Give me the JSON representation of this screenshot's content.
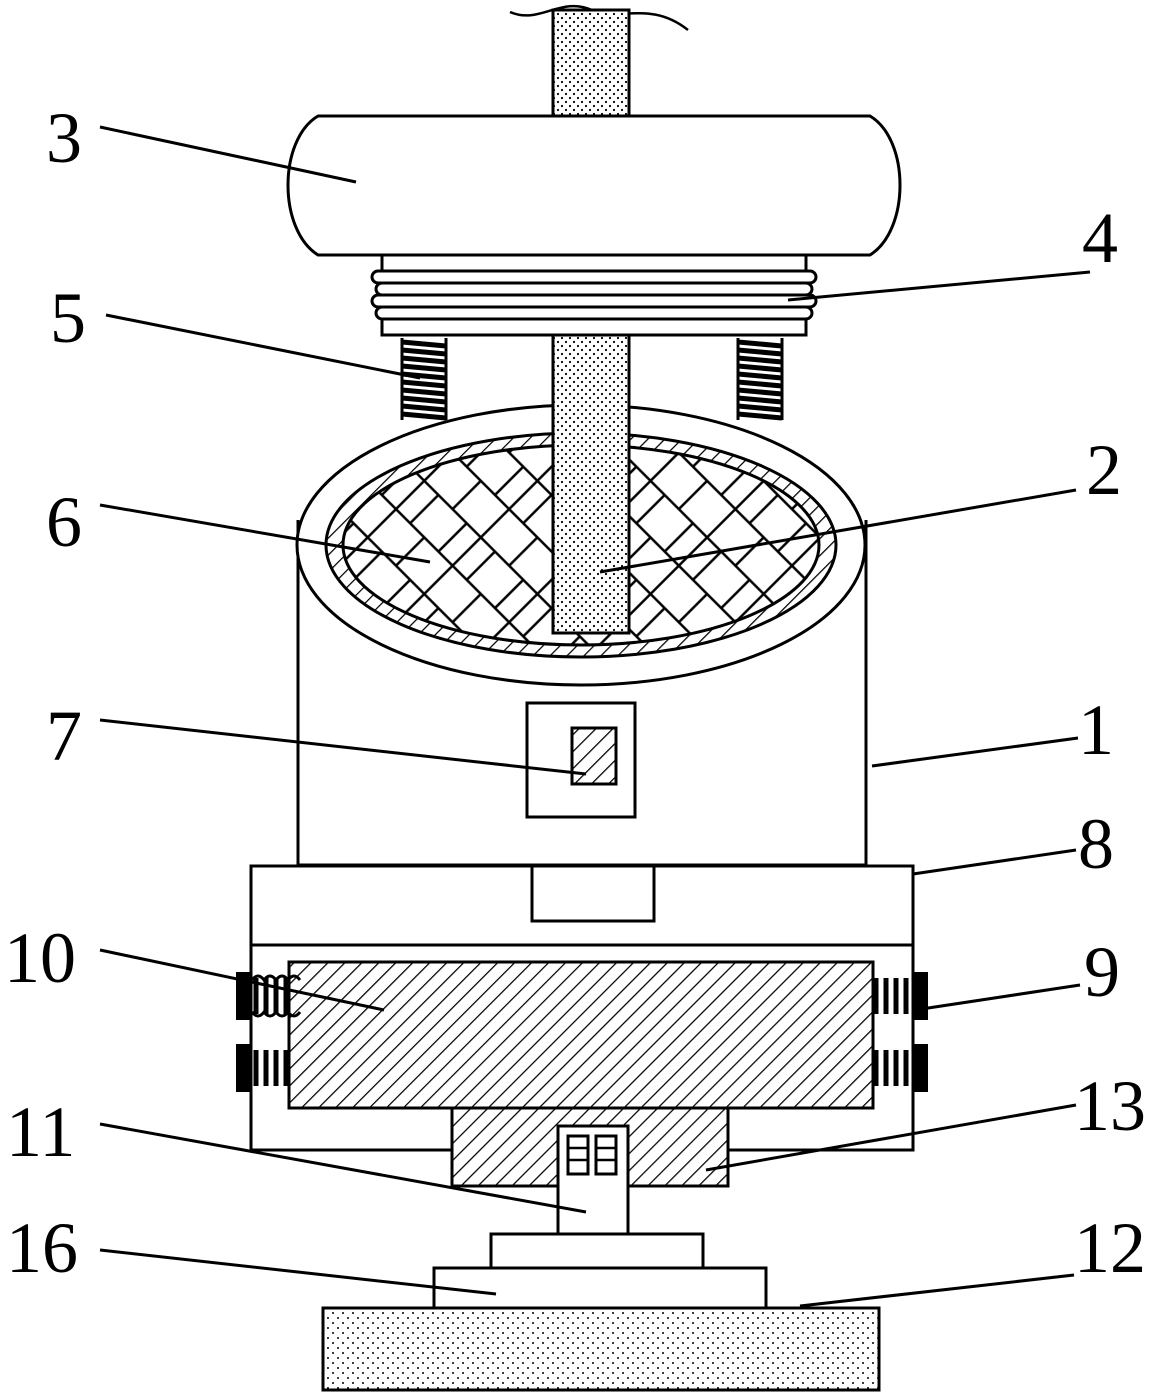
{
  "diagram": {
    "labels": [
      {
        "key": "l1",
        "text": "1"
      },
      {
        "key": "l2",
        "text": "2"
      },
      {
        "key": "l3",
        "text": "3"
      },
      {
        "key": "l4",
        "text": "4"
      },
      {
        "key": "l5",
        "text": "5"
      },
      {
        "key": "l6",
        "text": "6"
      },
      {
        "key": "l7",
        "text": "7"
      },
      {
        "key": "l8",
        "text": "8"
      },
      {
        "key": "l9",
        "text": "9"
      },
      {
        "key": "l10",
        "text": "10"
      },
      {
        "key": "l11",
        "text": "11"
      },
      {
        "key": "l12",
        "text": "12"
      },
      {
        "key": "l13",
        "text": "13"
      },
      {
        "key": "l16",
        "text": "16"
      }
    ]
  }
}
